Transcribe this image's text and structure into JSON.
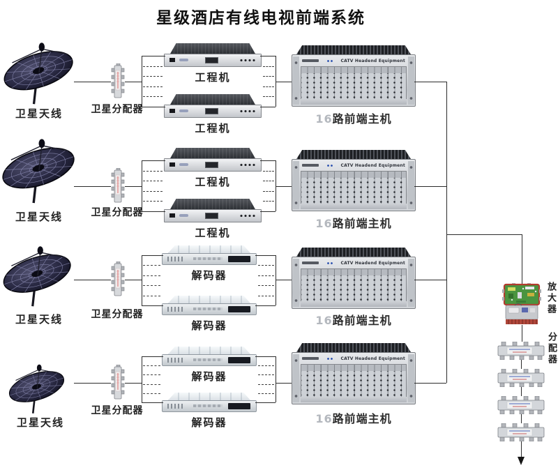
{
  "title": "星级酒店有线电视前端系统",
  "rows": [
    {
      "antenna_label": "卫星天线",
      "splitter_label": "卫星分配器",
      "device_type": "engineering-machine",
      "device_labels": [
        "工程机",
        "工程机"
      ],
      "headend": {
        "channel_count": "16",
        "name": "路前端主机",
        "panel_text": "CATV Headend Equipment"
      }
    },
    {
      "antenna_label": "卫星天线",
      "splitter_label": "卫星分配器",
      "device_type": "engineering-machine",
      "device_labels": [
        "工程机",
        "工程机"
      ],
      "headend": {
        "channel_count": "16",
        "name": "路前端主机",
        "panel_text": "CATV Headend Equipment"
      }
    },
    {
      "antenna_label": "卫星天线",
      "splitter_label": "卫星分配器",
      "device_type": "decoder",
      "device_labels": [
        "解码器",
        "解码器"
      ],
      "headend": {
        "channel_count": "16",
        "name": "路前端主机",
        "panel_text": "CATV Headend Equipment"
      }
    },
    {
      "antenna_label": "卫星天线",
      "splitter_label": "卫星分配器",
      "device_type": "decoder",
      "device_labels": [
        "解码器",
        "解码器"
      ],
      "headend": {
        "channel_count": "16",
        "name": "路前端主机",
        "panel_text": "CATV Headend Equipment"
      }
    }
  ],
  "output_chain": {
    "amplifier_label": "放大器",
    "splitter_label": "分配器",
    "splitter_count": 4
  },
  "colors": {
    "line": "#2b2b2b",
    "amplifier_shell_red": "#b23b2e",
    "pcb_green": "#4a9440",
    "headend_number_gray": "#b4b8be",
    "splitter_label_pink": "#d96a6a"
  }
}
